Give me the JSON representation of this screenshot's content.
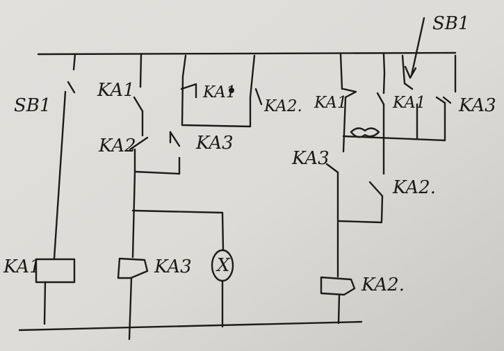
{
  "labels": {
    "sb1_top": "SB1",
    "sb1_left": "SB1",
    "ka1_b2": "KA1",
    "ka2_b2": "KA2",
    "ka1_b3": "KA1",
    "ka2_b3": "KA2.",
    "ka3_b2": "KA3",
    "ka1_b4": "KA1",
    "ka1_b5": "KA1",
    "ka3_b6": "KA3",
    "ka3_b4": "KA3",
    "ka2_b4": "KA2.",
    "coil_ka1": "KA1",
    "coil_ka3": "KA3",
    "coil_ka2": "KA2.",
    "lamp": "X"
  }
}
